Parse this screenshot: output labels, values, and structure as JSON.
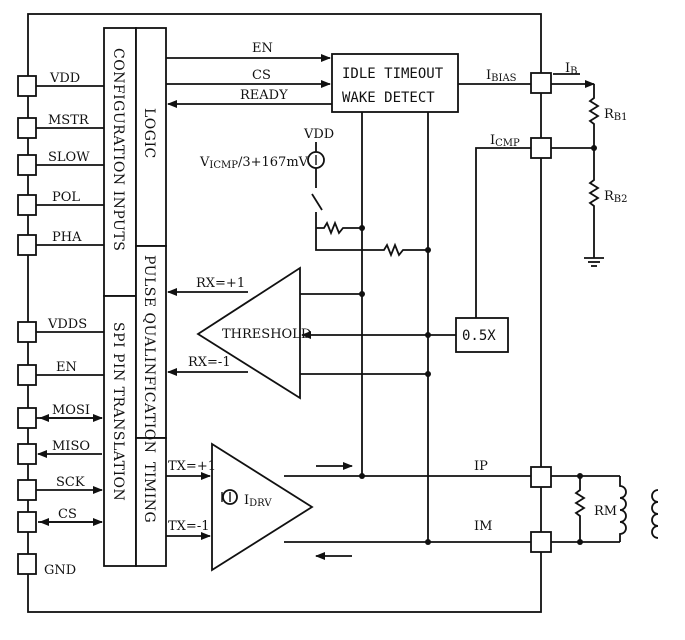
{
  "pins_left": [
    "VDD",
    "MSTR",
    "SLOW",
    "POL",
    "PHA",
    "VDDS",
    "EN",
    "MOSI",
    "MISO",
    "SCK",
    "CS",
    "GND"
  ],
  "blocks": {
    "config_inputs": "CONFIGURATION INPUTS",
    "logic": "LOGIC",
    "spi": "SPI PIN TRANSLATION",
    "pulse": "PULSE QUALINFICATION",
    "timing": "TIMING",
    "idle_line1": "IDLE TIMEOUT",
    "idle_line2": "WAKE DETECT",
    "threshold": "THRESHOLD",
    "half": "0.5X",
    "rm": "RM"
  },
  "signals": {
    "en": "EN",
    "cs": "CS",
    "ready": "READY",
    "rx_pos": "RX=+1",
    "rx_neg": "RX=-1",
    "tx_pos": "TX=+1",
    "tx_neg": "TX=-1",
    "ip": "IP",
    "im": "IM",
    "vdd": "VDD",
    "vicmp_main": "V",
    "vicmp_sub": "ICMP",
    "vicmp_rest": "/3+167mV",
    "ibias_main": "I",
    "ibias_sub": "BIAS",
    "icmp_main": "I",
    "icmp_sub": "CMP",
    "ib_main": "I",
    "ib_sub": "B",
    "rb1_main": "R",
    "rb1_sub": "B1",
    "rb2_main": "R",
    "rb2_sub": "B2",
    "idrv_main": "I",
    "idrv_sub": "DRV"
  }
}
